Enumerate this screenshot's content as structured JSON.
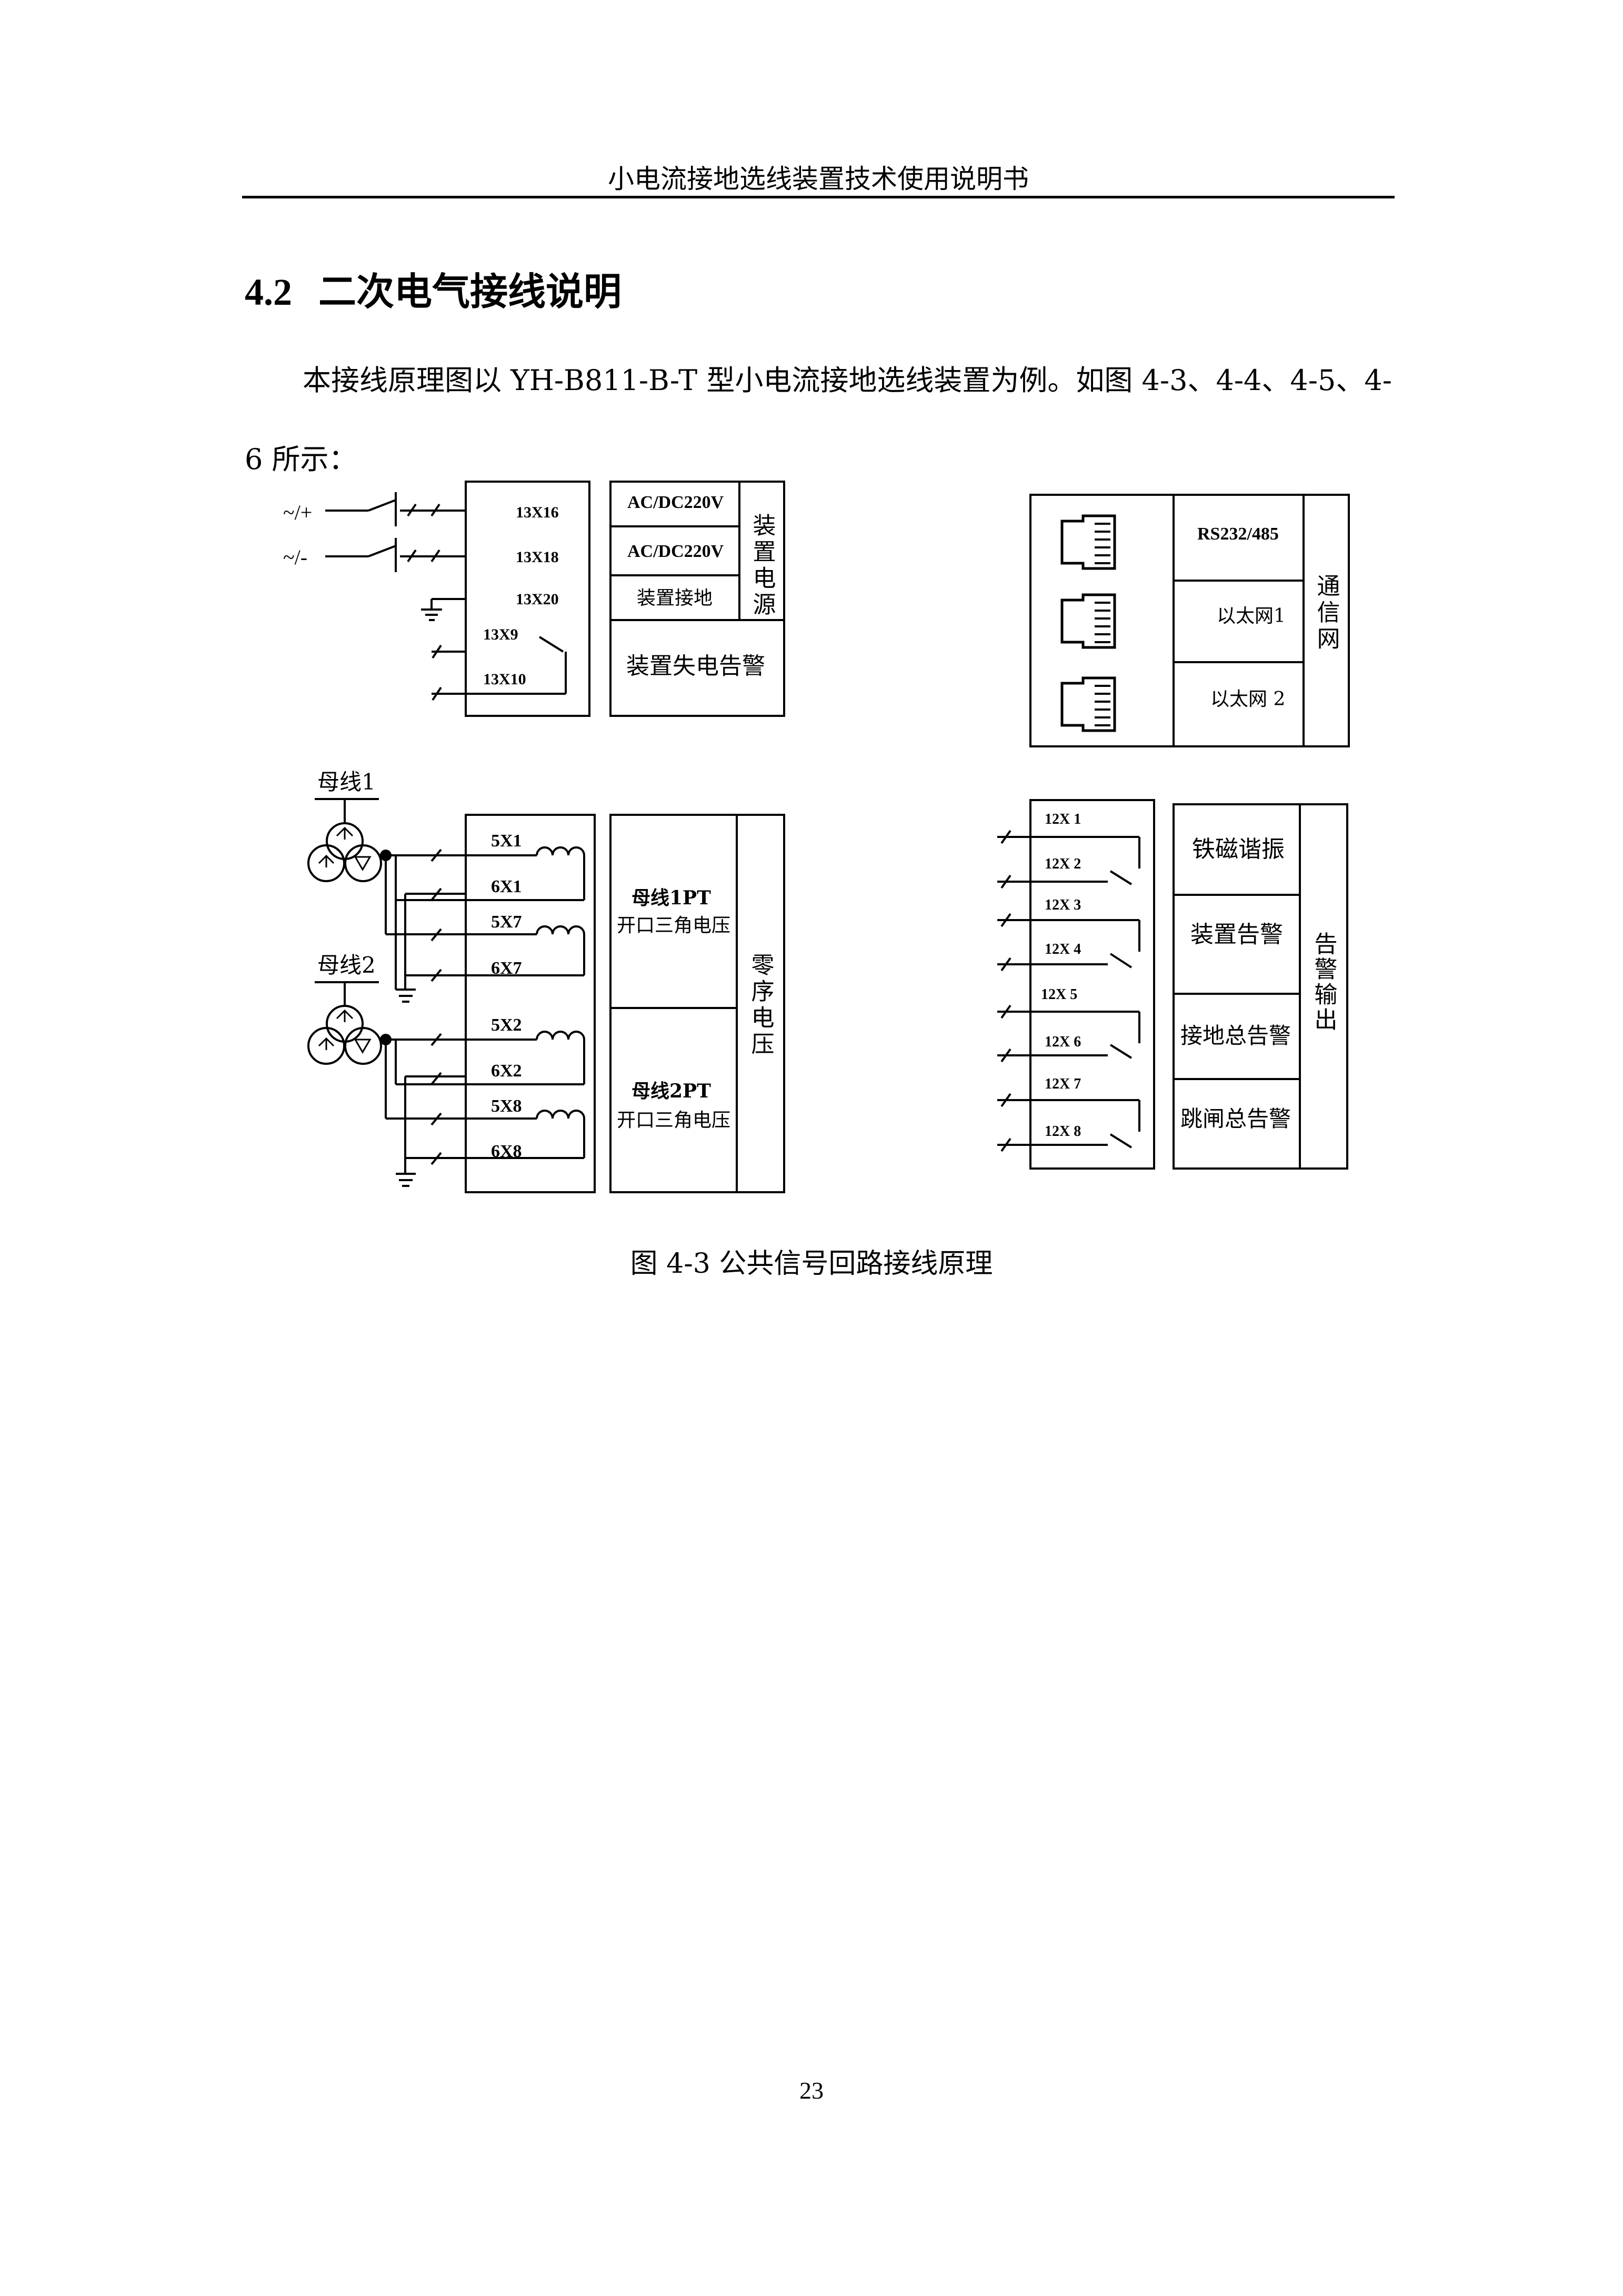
{
  "header": {
    "title": "小电流接地选线装置技术使用说明书"
  },
  "section": {
    "number": "4.2",
    "title": "二次电气接线说明"
  },
  "paragraph": "本接线原理图以 YH-B811-B-T 型小电流接地选线装置为例。如图 4-3、4-4、4-5、4-6 所示：",
  "figure": {
    "power": {
      "inputs": [
        "~/+",
        "~/-"
      ],
      "terminals": [
        "13X16",
        "13X18",
        "13X20",
        "13X9",
        "13X10"
      ],
      "functions": [
        "AC/DC220V",
        "AC/DC220V",
        "装置接地",
        "装置失电告警"
      ],
      "group_label": "装置电源"
    },
    "comm": {
      "items": [
        "RS232/485",
        "以太网1",
        "以太网 2"
      ],
      "group_label": "通信网"
    },
    "bus": {
      "bus_labels": [
        "母线1",
        "母线2"
      ],
      "terminals": [
        "5X1",
        "6X1",
        "5X7",
        "6X7",
        "5X2",
        "6X2",
        "5X8",
        "6X8"
      ],
      "pt_labels": [
        {
          "name": "母线1PT",
          "desc": "开口三角电压"
        },
        {
          "name": "母线2PT",
          "desc": "开口三角电压"
        }
      ],
      "group_label": "零序电压"
    },
    "alarm": {
      "terminals": [
        "12X 1",
        "12X 2",
        "12X 3",
        "12X 4",
        "12X 5",
        "12X 6",
        "12X 7",
        "12X 8"
      ],
      "outputs": [
        "铁磁谐振",
        "装置告警",
        "接地总告警",
        "跳闸总告警"
      ],
      "group_label": "告警输出"
    }
  },
  "caption": "图 4-3 公共信号回路接线原理",
  "page_number": "23"
}
